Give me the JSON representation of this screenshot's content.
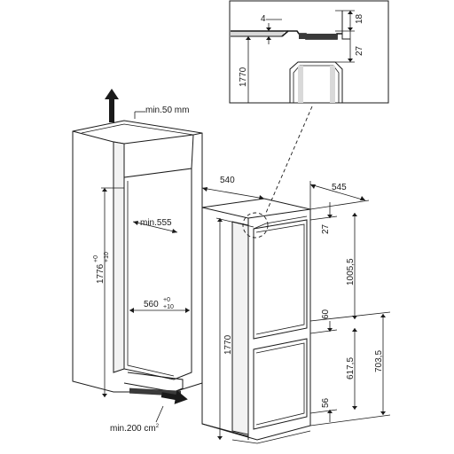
{
  "colors": {
    "line": "#1a1a1a",
    "panel": "#f2f2f2",
    "shade": "#d9d9d9"
  },
  "icons": {
    "arrow_up": "arrow-up-icon",
    "arrow_in": "arrow-right-icon"
  },
  "detail": {
    "dim_4": "4",
    "dim_18": "18",
    "dim_27": "27",
    "dim_1770": "1770"
  },
  "niche": {
    "min_top": "min.50 mm",
    "height": "1776",
    "height_tol_top": "+0",
    "height_tol_bot": "+10",
    "depth": "min.555",
    "width": "560",
    "width_tol_top": "+0",
    "width_tol_bot": "+10",
    "vent": "min.200 cm",
    "vent_sup": "2"
  },
  "appliance": {
    "depth": "540",
    "width": "545",
    "height": "1770",
    "top_gap": "27",
    "upper_door": "1005,5",
    "mid_gap": "60",
    "lower_door": "617,5",
    "lower_total": "703,5",
    "bottom_gap": "56"
  }
}
